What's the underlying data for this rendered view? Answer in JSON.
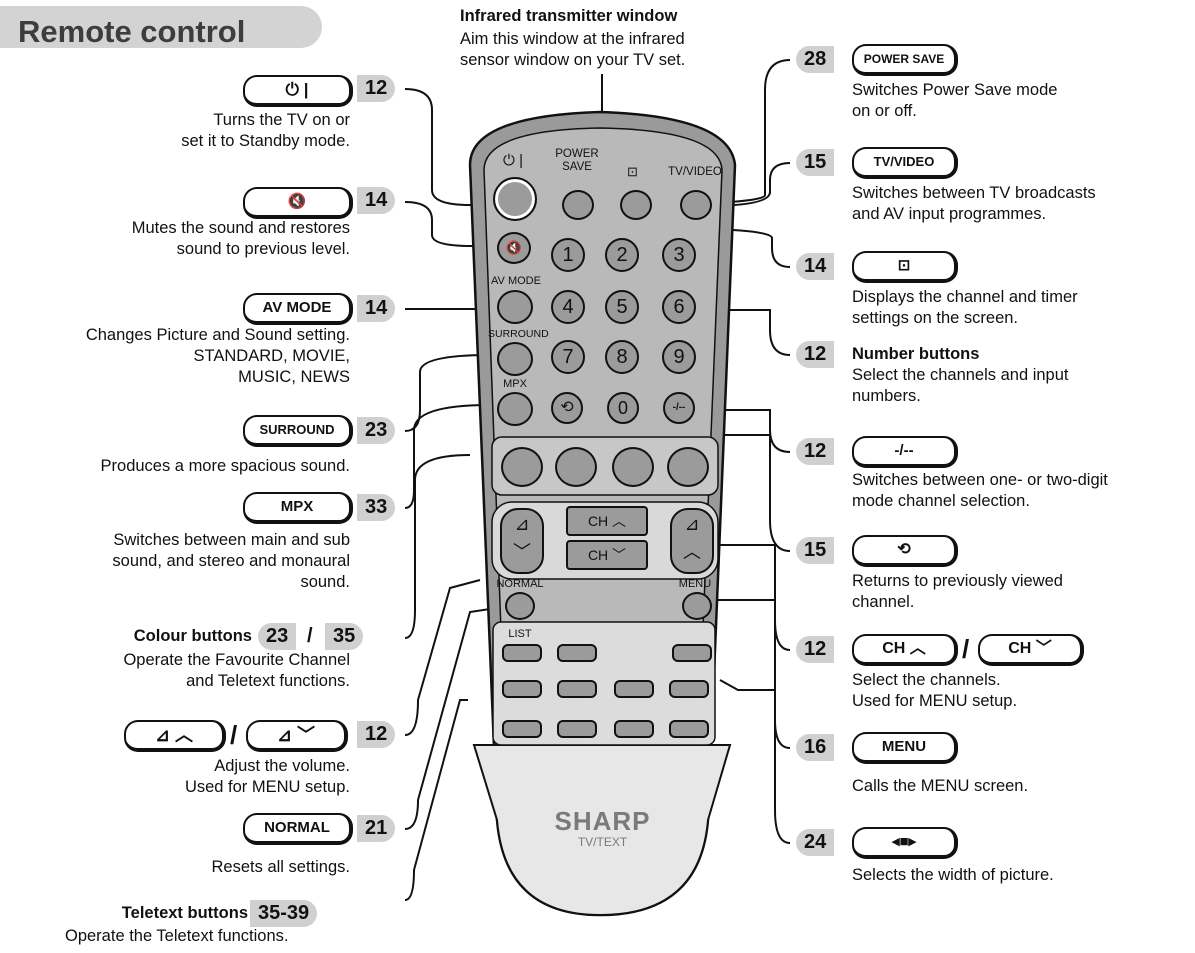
{
  "title": "Remote control",
  "top": {
    "heading": "Infrared transmitter window",
    "line1": "Aim this window at the infrared",
    "line2": "sensor window on your TV set."
  },
  "left": [
    {
      "page": "12",
      "button": "⏻ |",
      "lines": [
        "Turns the TV on or",
        "set it to Standby mode."
      ]
    },
    {
      "page": "14",
      "button": "🔇",
      "lines": [
        "Mutes the sound and restores",
        "sound to previous level."
      ]
    },
    {
      "page": "14",
      "button": "AV MODE",
      "lines": [
        "Changes Picture and Sound setting.",
        "STANDARD, MOVIE,",
        "MUSIC, NEWS"
      ]
    },
    {
      "page": "23",
      "button": "SURROUND",
      "lines": [
        "Produces a more spacious sound."
      ]
    },
    {
      "page": "33",
      "button": "MPX",
      "lines": [
        "Switches between main and sub",
        "sound, and stereo and monaural",
        "sound."
      ]
    },
    {
      "heading": "Colour buttons",
      "page": "23",
      "page2": "35",
      "sep": "/",
      "lines": [
        "Operate the Favourite Channel",
        "and Teletext functions."
      ]
    },
    {
      "page": "12",
      "button": "⊿ ︿",
      "button2": "⊿ ﹀",
      "sep": "/",
      "lines": [
        "Adjust the volume.",
        "Used for MENU setup."
      ]
    },
    {
      "page": "21",
      "button": "NORMAL",
      "lines": [
        "Resets all settings."
      ]
    },
    {
      "heading": "Teletext buttons",
      "page": "35-39",
      "lines": [
        "Operate the Teletext functions."
      ]
    }
  ],
  "right": [
    {
      "page": "28",
      "button": "POWER SAVE",
      "lines": [
        "Switches Power Save mode",
        "on or off."
      ]
    },
    {
      "page": "15",
      "button": "TV/VIDEO",
      "lines": [
        "Switches between TV broadcasts",
        "and AV input programmes."
      ]
    },
    {
      "page": "14",
      "button": "⊡",
      "lines": [
        "Displays the channel and timer",
        "settings on the screen."
      ]
    },
    {
      "page": "12",
      "heading": "Number buttons",
      "lines": [
        "Select the channels and input",
        "numbers."
      ]
    },
    {
      "page": "12",
      "button": "-/--",
      "lines": [
        "Switches between one- or two-digit",
        "mode channel selection."
      ]
    },
    {
      "page": "15",
      "button": "⟲",
      "lines": [
        "Returns to previously viewed",
        "channel."
      ]
    },
    {
      "page": "12",
      "button": "CH ︿",
      "button2": "CH ﹀",
      "sep": "/",
      "lines": [
        "Select the channels.",
        "Used for MENU setup."
      ]
    },
    {
      "page": "16",
      "button": "MENU",
      "lines": [
        "Calls the MENU screen."
      ]
    },
    {
      "page": "24",
      "button": "◂■▸",
      "lines": [
        "Selects the width of picture."
      ]
    }
  ],
  "remote": {
    "power_label": "⏻ |",
    "power_save_label": "POWER SAVE",
    "display_label": "⊡",
    "tvvideo_label": "TV/VIDEO",
    "avmode_label": "AV MODE",
    "surround_label": "SURROUND",
    "mpx_label": "MPX",
    "numbers": [
      "1",
      "2",
      "3",
      "4",
      "5",
      "6",
      "7",
      "8",
      "9",
      "0"
    ],
    "dash_label": "-/--",
    "ch_up": "CH ︿",
    "ch_down": "CH ﹀",
    "normal_label": "NORMAL",
    "menu_label": "MENU",
    "list_label": "LIST",
    "brand": "SHARP",
    "model": "TV/TEXT"
  }
}
